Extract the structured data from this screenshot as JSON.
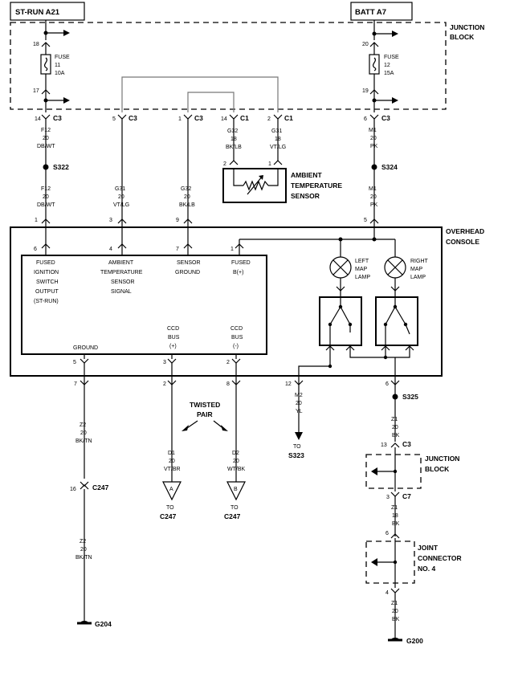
{
  "sources": {
    "left": "ST-RUN A21",
    "right": "BATT A7"
  },
  "junction_block": {
    "title1": "JUNCTION",
    "title2": "BLOCK",
    "fuse11": {
      "label": "FUSE",
      "number": "11",
      "rating": "10A",
      "pin_in": "18",
      "pin_out": "17"
    },
    "fuse12": {
      "label": "FUSE",
      "number": "12",
      "rating": "15A",
      "pin_in": "20",
      "pin_out": "19"
    }
  },
  "connectors": {
    "c3_14": {
      "pin": "14",
      "name": "C3"
    },
    "c3_5": {
      "pin": "5",
      "name": "C3"
    },
    "c3_1": {
      "pin": "1",
      "name": "C3"
    },
    "c1_14": {
      "pin": "14",
      "name": "C1"
    },
    "c1_2": {
      "pin": "2",
      "name": "C1"
    },
    "c3_6": {
      "pin": "6",
      "name": "C3"
    }
  },
  "wires": {
    "f12a": {
      "code": "F12",
      "gauge": "20",
      "color": "DB/WT"
    },
    "f12b": {
      "code": "F12",
      "gauge": "20",
      "color": "DB/WT"
    },
    "g31a": {
      "code": "G31",
      "gauge": "20",
      "color": "VT/LG"
    },
    "g32a": {
      "code": "G32",
      "gauge": "20",
      "color": "BK/LB"
    },
    "g32b": {
      "code": "G32",
      "gauge": "18",
      "color": "BK/LB"
    },
    "g31b": {
      "code": "G31",
      "gauge": "18",
      "color": "VT/LG"
    },
    "m1a": {
      "code": "M1",
      "gauge": "20",
      "color": "PK"
    },
    "m1b": {
      "code": "M1",
      "gauge": "20",
      "color": "PK"
    },
    "z2a": {
      "code": "Z2",
      "gauge": "20",
      "color": "BK/TN"
    },
    "z2b": {
      "code": "Z2",
      "gauge": "20",
      "color": "BK/TN"
    },
    "d1": {
      "code": "D1",
      "gauge": "20",
      "color": "VT/BR"
    },
    "d2": {
      "code": "D2",
      "gauge": "20",
      "color": "WT/BK"
    },
    "m2": {
      "code": "M2",
      "gauge": "20",
      "color": "YL"
    },
    "z1a": {
      "code": "Z1",
      "gauge": "20",
      "color": "BK"
    },
    "z1b": {
      "code": "Z1",
      "gauge": "18",
      "color": "BK"
    },
    "z1c": {
      "code": "Z1",
      "gauge": "20",
      "color": "BK"
    }
  },
  "splices": {
    "s322": "S322",
    "s324": "S324",
    "s325": "S325"
  },
  "ambient_sensor": {
    "line1": "AMBIENT",
    "line2": "TEMPERATURE",
    "line3": "SENSOR",
    "pin_left": "2",
    "pin_right": "1"
  },
  "overhead_console": {
    "title1": "OVERHEAD",
    "title2": "CONSOLE",
    "top_pins": {
      "p1": "1",
      "p3": "3",
      "p9": "9",
      "p5": "5"
    },
    "inner_pins": {
      "p6": "6",
      "p4": "4",
      "p7": "7",
      "p1": "1"
    },
    "labels": {
      "fused_ign": [
        "FUSED",
        "IGNITION",
        "SWITCH",
        "OUTPUT",
        "(ST-RUN)"
      ],
      "ambient": [
        "AMBIENT",
        "TEMPERATURE",
        "SENSOR",
        "SIGNAL"
      ],
      "sensor_ground": [
        "SENSOR",
        "GROUND"
      ],
      "fused_b": [
        "FUSED",
        "B(+)"
      ],
      "ccd_plus": [
        "CCD",
        "BUS",
        "(+)"
      ],
      "ccd_minus": [
        "CCD",
        "BUS",
        "(-)"
      ],
      "ground": "GROUND"
    },
    "left_lamp": [
      "LEFT",
      "MAP",
      "LAMP"
    ],
    "right_lamp": [
      "RIGHT",
      "MAP",
      "LAMP"
    ],
    "bottom_pins": {
      "p5": "5",
      "p3": "3",
      "p2": "2"
    }
  },
  "below_console": {
    "pin7": "7",
    "pin2": "2",
    "pin8": "8",
    "pin12": "12",
    "pin6": "6",
    "twisted1": "TWISTED",
    "twisted2": "PAIR",
    "c247_pin": "16",
    "c247": "C247",
    "tri_a": "A",
    "tri_b": "B",
    "to1": "TO",
    "to1_dest": "C247",
    "to2": "TO",
    "to2_dest": "C247",
    "to3": "TO",
    "to3_dest": "S323",
    "g204": "G204",
    "g200": "G200"
  },
  "junction_block2": {
    "title1": "JUNCTION",
    "title2": "BLOCK",
    "pin_top": "13",
    "conn_top": "C3",
    "pin_bottom": "3",
    "conn_bottom": "C7"
  },
  "joint_connector": {
    "line1": "JOINT",
    "line2": "CONNECTOR",
    "line3": "NO. 4",
    "pin_top": "6",
    "pin_bottom": "4"
  }
}
